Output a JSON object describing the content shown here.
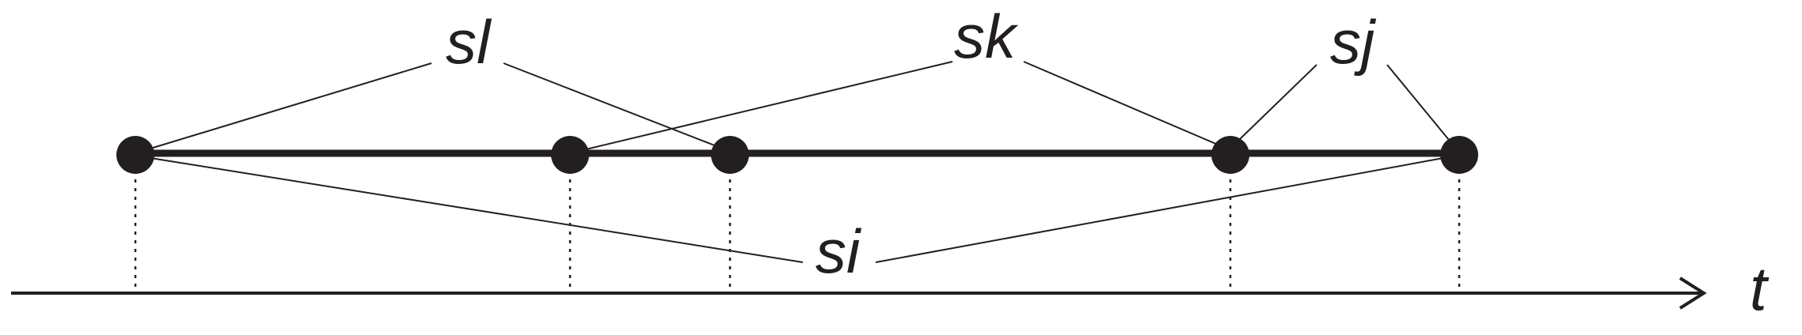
{
  "diagram": {
    "axis_label": "t",
    "intervals": [
      {
        "id": "si",
        "label": "si",
        "from": 1,
        "to": 5
      },
      {
        "id": "sl",
        "label": "sl",
        "from": 1,
        "to": 3
      },
      {
        "id": "sk",
        "label": "sk",
        "from": 2,
        "to": 4
      },
      {
        "id": "sj",
        "label": "sj",
        "from": 4,
        "to": 5
      }
    ],
    "points": [
      1,
      2,
      3,
      4,
      5
    ],
    "colors": {
      "ink": "#231f20",
      "background": "#ffffff"
    }
  }
}
